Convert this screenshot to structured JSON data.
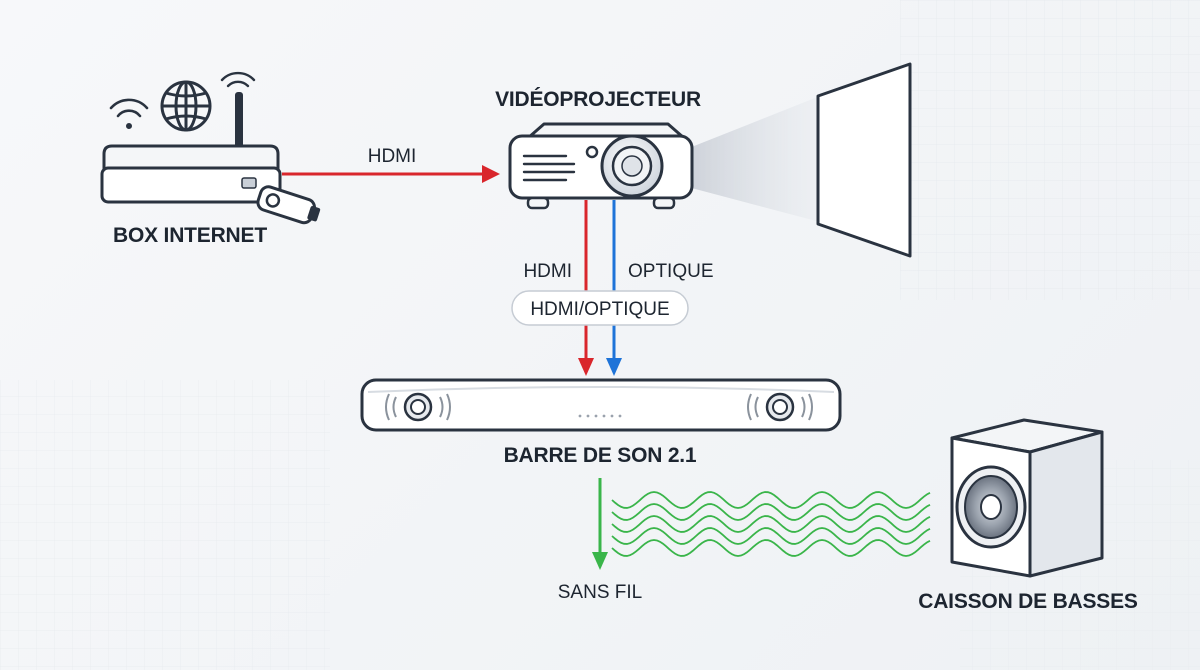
{
  "labels": {
    "box_internet": "BOX INTERNET",
    "videoprojecteur": "VIDÉOPROJECTEUR",
    "barre_de_son": "BARRE DE SON 2.1",
    "caisson": "CAISSON DE BASSES",
    "hdmi_top": "HDMI",
    "hdmi_down": "HDMI",
    "optique_down": "OPTIQUE",
    "hdmi_optique_pill": "HDMI/OPTIQUE",
    "sans_fil": "SANS FIL"
  },
  "colors": {
    "hdmi_red": "#d9262c",
    "optical_blue": "#1e73d8",
    "wireless_green": "#3ab54a",
    "device_stroke": "#2a3340",
    "device_fill": "#ffffff",
    "text": "#1d2530"
  },
  "icons": {
    "wifi": "wifi-icon",
    "globe": "globe-icon",
    "antenna": "antenna-icon",
    "stick": "streaming-stick-icon"
  }
}
